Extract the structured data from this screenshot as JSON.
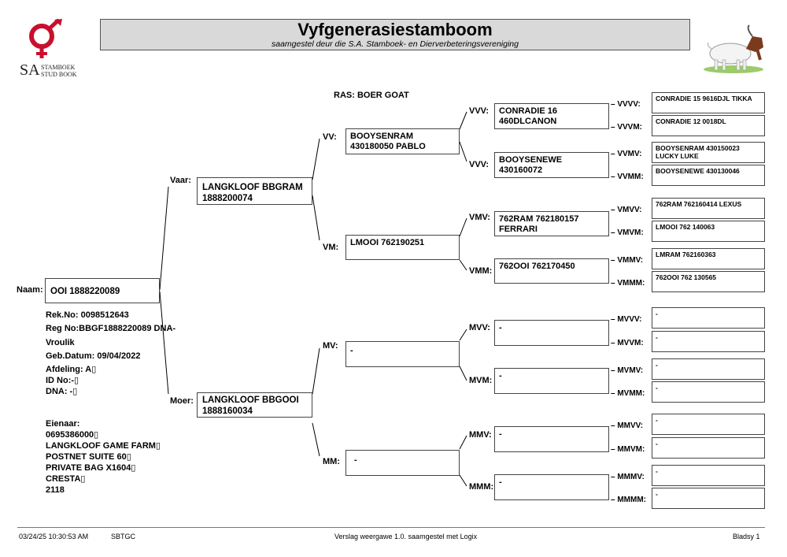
{
  "logo": {
    "letters": "SA",
    "line1": "STAMBOEK",
    "line2": "STUD BOOK",
    "color": "#c8102e"
  },
  "header": {
    "title": "Vyfgenerasiestamboom",
    "subtitle": "saamgestel deur die S.A. Stamboek- en Dierverbeteringsvereniging"
  },
  "breed": "RAS: BOER GOAT",
  "animal": {
    "label": "Naam:",
    "name": "OOI 1888220089",
    "rek": "Rek.No: 0098512643",
    "reg": "Reg No:BBGF1888220089 DNA-",
    "sex": "Vroulik",
    "dob": "Geb.Datum: 09/04/2022",
    "afdeling": "Afdeling: A▯",
    "idno": "ID No:-▯",
    "dna": "DNA: -▯"
  },
  "owner": {
    "text": "Eienaar:\n0695386000▯\nLANGKLOOF GAME FARM▯\nPOSTNET SUITE 60▯\nPRIVATE BAG X1604▯\nCRESTA▯\n2118"
  },
  "pedigree": {
    "vaar": {
      "label": "Vaar:",
      "name": "LANGKLOOF BBGRAM\n1888200074"
    },
    "moer": {
      "label": "Moer:",
      "name": "LANGKLOOF BBGOOI\n1888160034"
    },
    "vv": {
      "label": "VV:",
      "name": "BOOYSENRAM\n430180050 PABLO"
    },
    "vm": {
      "label": "VM:",
      "name": "LMOOI 762190251"
    },
    "mv": {
      "label": "MV:",
      "name": "-"
    },
    "mm": {
      "label": "MM:",
      "name": "-"
    },
    "vvv": {
      "label": "VVV:",
      "name": "CONRADIE 16\n460DLCANON"
    },
    "vvm": {
      "label": "VVV:",
      "name": "BOOYSENEWE\n430160072"
    },
    "vmv": {
      "label": "VMV:",
      "name": "762RAM 762180157\nFERRARI"
    },
    "vmm": {
      "label": "VMM:",
      "name": "762OOI 762170450"
    },
    "mvv": {
      "label": "MVV:",
      "name": "-"
    },
    "mvm": {
      "label": "MVM:",
      "name": "-"
    },
    "mmv": {
      "label": "MMV:",
      "name": "-"
    },
    "mmm": {
      "label": "MMM:",
      "name": "-"
    },
    "g5": [
      {
        "label": "VVVV:",
        "name": "CONRADIE 15 9616DJL TIKKA"
      },
      {
        "label": "VVVM:",
        "name": "CONRADIE 12 0018DL"
      },
      {
        "label": "VVMV:",
        "name": "BOOYSENRAM 430150023\nLUCKY LUKE"
      },
      {
        "label": "VVMM:",
        "name": "BOOYSENEWE 430130046"
      },
      {
        "label": "VMVV:",
        "name": "762RAM 762160414 LEXUS"
      },
      {
        "label": "VMVM:",
        "name": "LMOOI 762 140063"
      },
      {
        "label": "VMMV:",
        "name": "LMRAM 762160363"
      },
      {
        "label": "VMMM:",
        "name": "762OOI 762 130565"
      },
      {
        "label": "MVVV:",
        "name": "-"
      },
      {
        "label": "MVVM:",
        "name": "-"
      },
      {
        "label": "MVMV:",
        "name": "-"
      },
      {
        "label": "MVMM:",
        "name": "-"
      },
      {
        "label": "MMVV:",
        "name": "-"
      },
      {
        "label": "MMVM:",
        "name": "-"
      },
      {
        "label": "MMMV:",
        "name": "-"
      },
      {
        "label": "MMMM:",
        "name": "-"
      }
    ]
  },
  "footer": {
    "datetime": "03/24/25 10:30:53 AM",
    "code": "SBTGC",
    "version": "Verslag weergawe 1.0. saamgestel met Logix",
    "page": "Bladsy 1"
  }
}
